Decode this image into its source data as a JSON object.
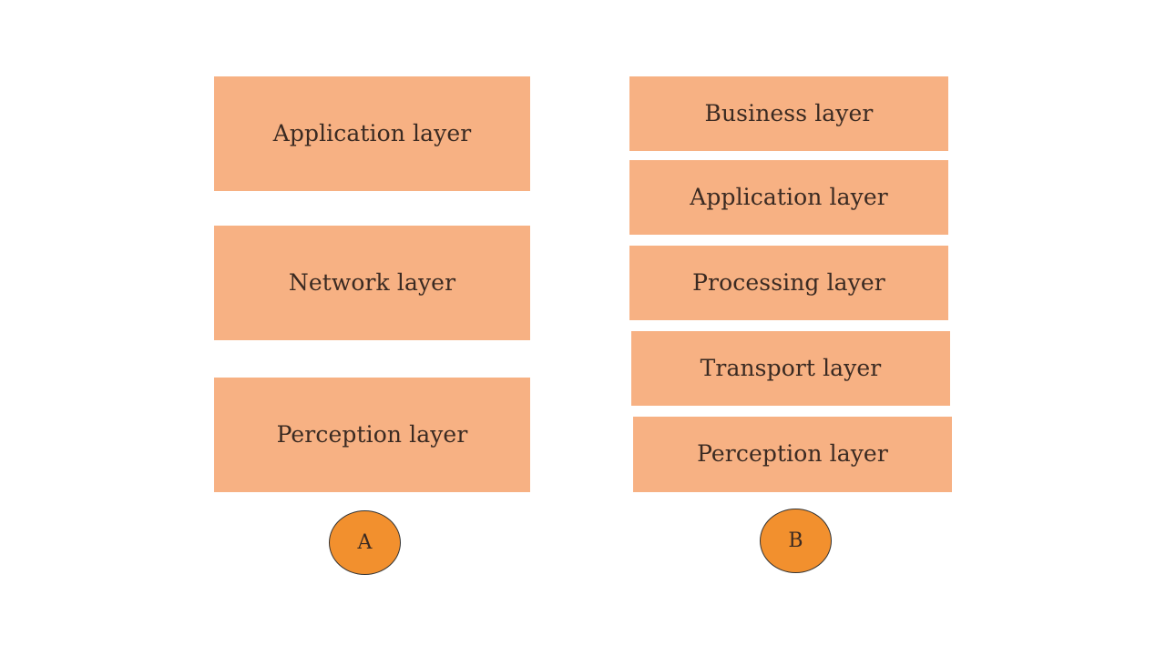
{
  "colors": {
    "box_fill": "#f7b183",
    "badge_fill": "#f2902e",
    "badge_border": "#333333",
    "text": "#3a2a22",
    "background": "#ffffff"
  },
  "diagram_a": {
    "layers": [
      {
        "label": "Application layer"
      },
      {
        "label": "Network layer"
      },
      {
        "label": "Perception layer"
      }
    ],
    "badge": "A"
  },
  "diagram_b": {
    "layers": [
      {
        "label": "Business layer"
      },
      {
        "label": "Application layer"
      },
      {
        "label": "Processing layer"
      },
      {
        "label": "Transport layer"
      },
      {
        "label": "Perception layer"
      }
    ],
    "badge": "B"
  }
}
